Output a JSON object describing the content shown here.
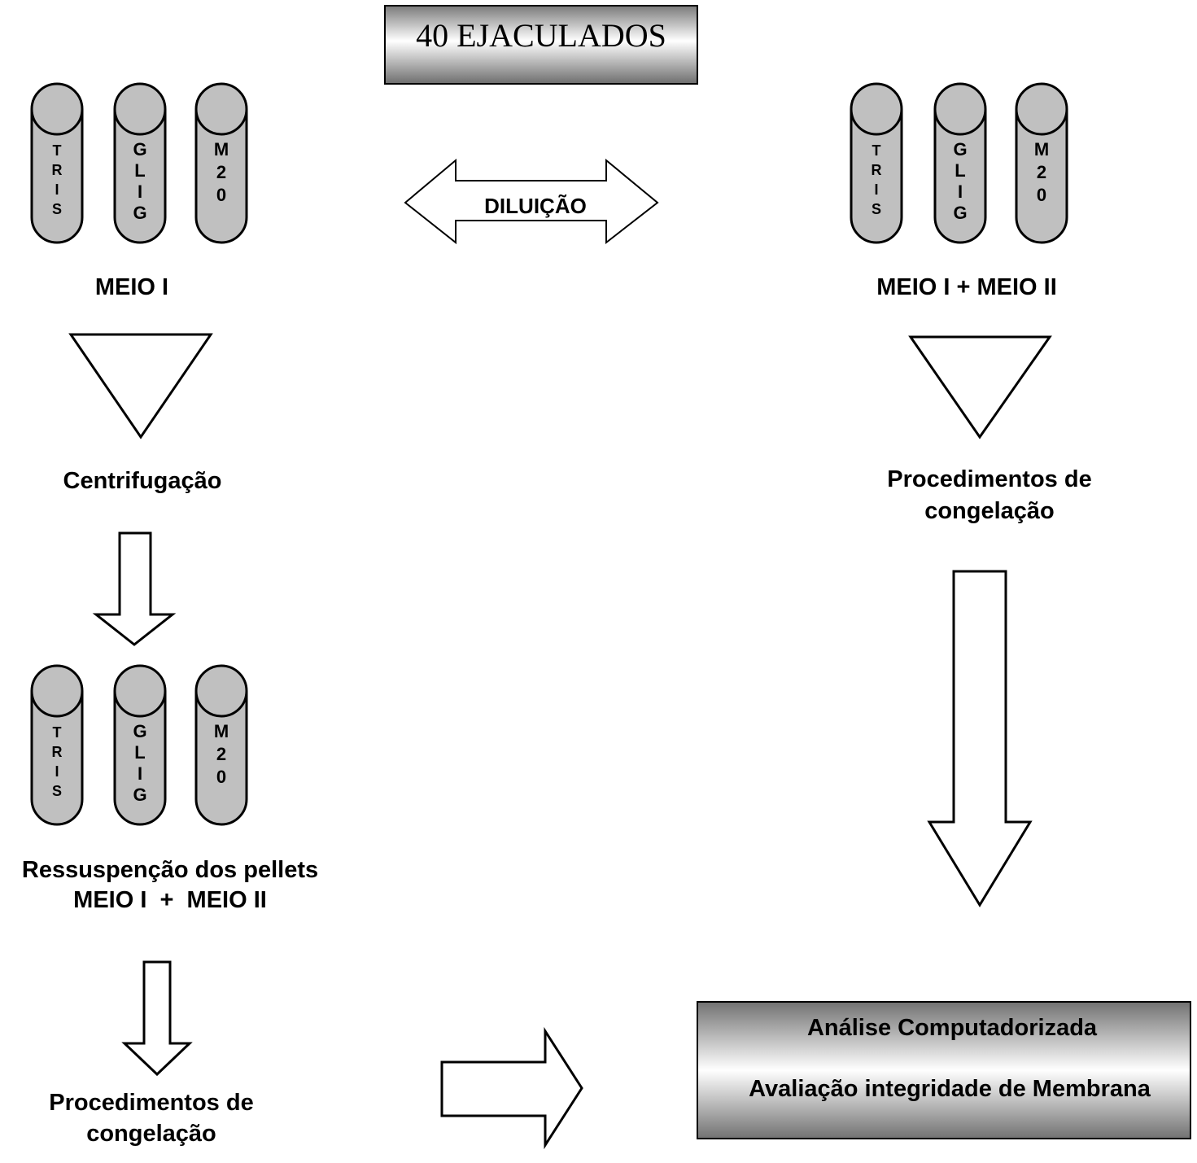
{
  "title_box": {
    "label": "40 EJACULADOS"
  },
  "tube_letters": {
    "tris": [
      "T",
      "R",
      "I",
      "S"
    ],
    "glig": [
      "G",
      "L",
      "I",
      "G"
    ],
    "m20": [
      "M",
      "2",
      "0"
    ]
  },
  "dilution_arrow": {
    "label": "DILUIÇÃO"
  },
  "left_branch": {
    "medium_label": "MEIO I",
    "step1_label": "Centrifugação",
    "resuspension_line1": "Ressuspenção dos pellets",
    "resuspension_line2": "MEIO I  +  MEIO II",
    "freeze_line1": "Procedimentos de",
    "freeze_line2": "congelação"
  },
  "right_branch": {
    "medium_label": "MEIO I + MEIO II",
    "freeze_line1": "Procedimentos de",
    "freeze_line2": "congelação"
  },
  "analysis_box": {
    "line1": "Análise Computadorizada",
    "line2": "Avaliação integridade de Membrana"
  },
  "colors": {
    "tube_fill": "#c0c0c0",
    "stroke": "#000000",
    "gradient_light": "#ffffff",
    "gradient_dark": "#707070"
  }
}
